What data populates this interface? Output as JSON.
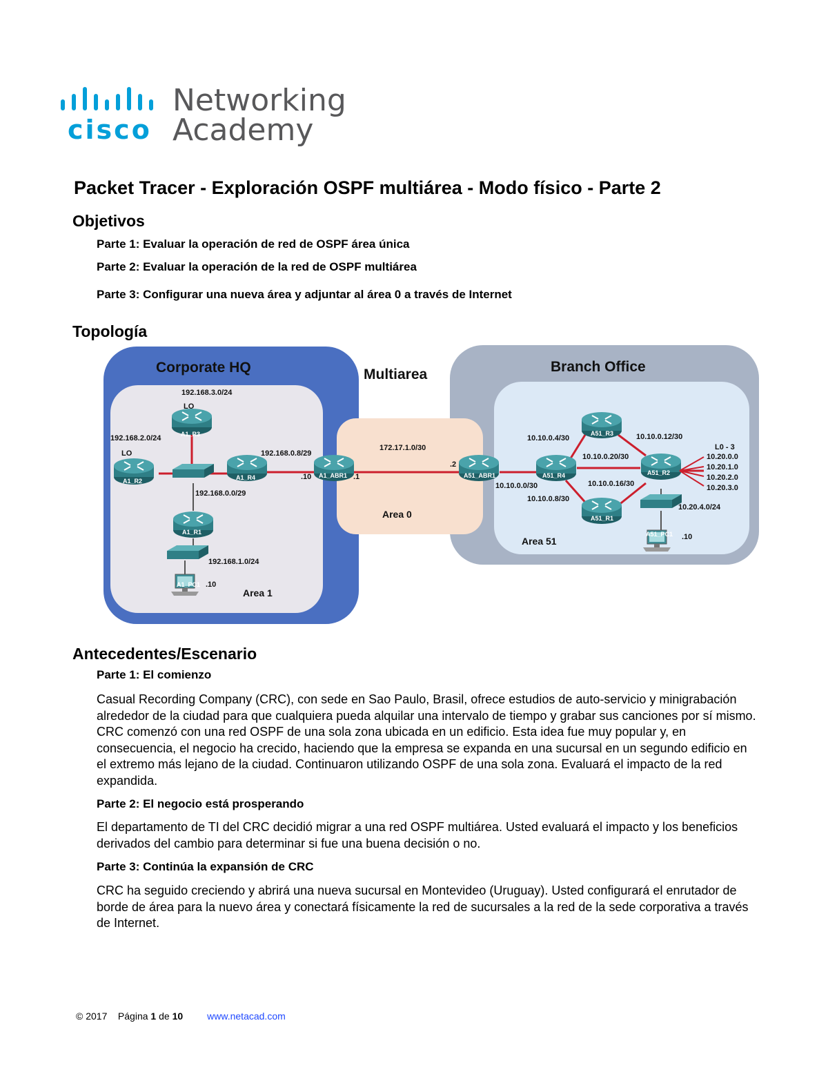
{
  "logo": {
    "line1": "Networking",
    "line2": "Academy",
    "brand": "cisco"
  },
  "title": "Packet Tracer - Exploración OSPF multiárea - Modo físico - Parte 2",
  "objectives": {
    "heading": "Objetivos",
    "items": [
      "Parte 1: Evaluar la operación de red de OSPF área única",
      "Parte 2: Evaluar la operación de la red de OSPF multiárea",
      "Parte 3: Configurar una nueva área y adjuntar al área 0 a través de Internet"
    ]
  },
  "topology": {
    "heading": "Topología",
    "corporate_title": "Corporate HQ",
    "multiarea_title": "Multiarea",
    "branch_title": "Branch Office",
    "area1": "Area 1",
    "area0": "Area 0",
    "area51": "Area 51",
    "devices": {
      "a1_r1": "A1_R1",
      "a1_r2": "A1_R2",
      "a1_r3": "A1_R3",
      "a1_r4": "A1_R4",
      "a1_abr1": "A1_ABR1",
      "a1_pc1": "A1_PC1",
      "a51_abr1": "A51_ABR1",
      "a51_r1": "A51_R1",
      "a51_r2": "A51_R2",
      "a51_r3": "A51_R3",
      "a51_r4": "A51_R4",
      "a51_pc1": "A51_PC1"
    },
    "labels": {
      "net_r3": "192.168.3.0/24",
      "lo_r3": "LO",
      "net_r2": "192.168.2.0/24",
      "lo_r2": "LO",
      "net_r4_abr": "192.168.0.8/29",
      "host_10_a": ".10",
      "host_1_a": ".1",
      "net_switch": "192.168.0.0/29",
      "net_r1_pc": "192.168.1.0/24",
      "host_pc1": ".10",
      "net_area0": "172.17.1.0/30",
      "host_2": ".2",
      "net_10_0_4": "10.10.0.4/30",
      "net_10_0_12": "10.10.0.12/30",
      "net_10_0_20": "10.10.0.20/30",
      "net_10_0_0": "10.10.0.0/30",
      "net_10_0_16": "10.10.0.16/30",
      "net_10_0_8": "10.10.0.8/30",
      "lo_block": [
        "L0 - 3",
        "10.20.0.0",
        "10.20.1.0",
        "10.20.2.0",
        "10.20.3.0"
      ],
      "net_20_4": "10.20.4.0/24",
      "host_pc51": ".10"
    },
    "colors": {
      "corporate_outer": "#4a6fc1",
      "corporate_inner": "#e8e6ec",
      "area0_fill": "#f8e0cf",
      "branch_outer": "#a8b3c5",
      "branch_inner": "#dce9f6",
      "router": "#2f7f86",
      "link": "#cc1f2d"
    }
  },
  "background": {
    "heading": "Antecedentes/Escenario",
    "parts": [
      {
        "title": "Parte 1: El comienzo",
        "text": "Casual Recording Company (CRC), con sede en Sao Paulo, Brasil, ofrece estudios de auto-servicio y minigrabación alrededor de la ciudad para que cualquiera pueda alquilar una intervalo de tiempo y grabar sus canciones por sí mismo. CRC comenzó con una red OSPF de una sola zona ubicada en un edificio. Esta idea fue muy popular y, en consecuencia, el negocio ha crecido, haciendo que la empresa se expanda en una sucursal en un segundo edificio en el extremo más lejano de la ciudad. Continuaron utilizando OSPF de una sola zona. Evaluará el impacto de la red expandida."
      },
      {
        "title": "Parte 2: El negocio está prosperando",
        "text": "El departamento de TI del CRC decidió migrar a una red OSPF multiárea. Usted evaluará el impacto y los beneficios derivados del cambio para determinar si fue una buena decisión o no."
      },
      {
        "title": "Parte 3: Continúa la expansión de CRC",
        "text": "CRC ha seguido creciendo y abrirá una nueva sucursal en Montevideo (Uruguay). Usted configurará el enrutador de borde de área para la nuevo área y conectará físicamente la red de sucursales a la red de la sede corporativa a través de Internet."
      }
    ]
  },
  "footer": {
    "copyright": "© 2017",
    "page_prefix": "Página",
    "page_num": "1",
    "page_mid": "de",
    "page_total": "10",
    "url": "www.netacad.com"
  }
}
